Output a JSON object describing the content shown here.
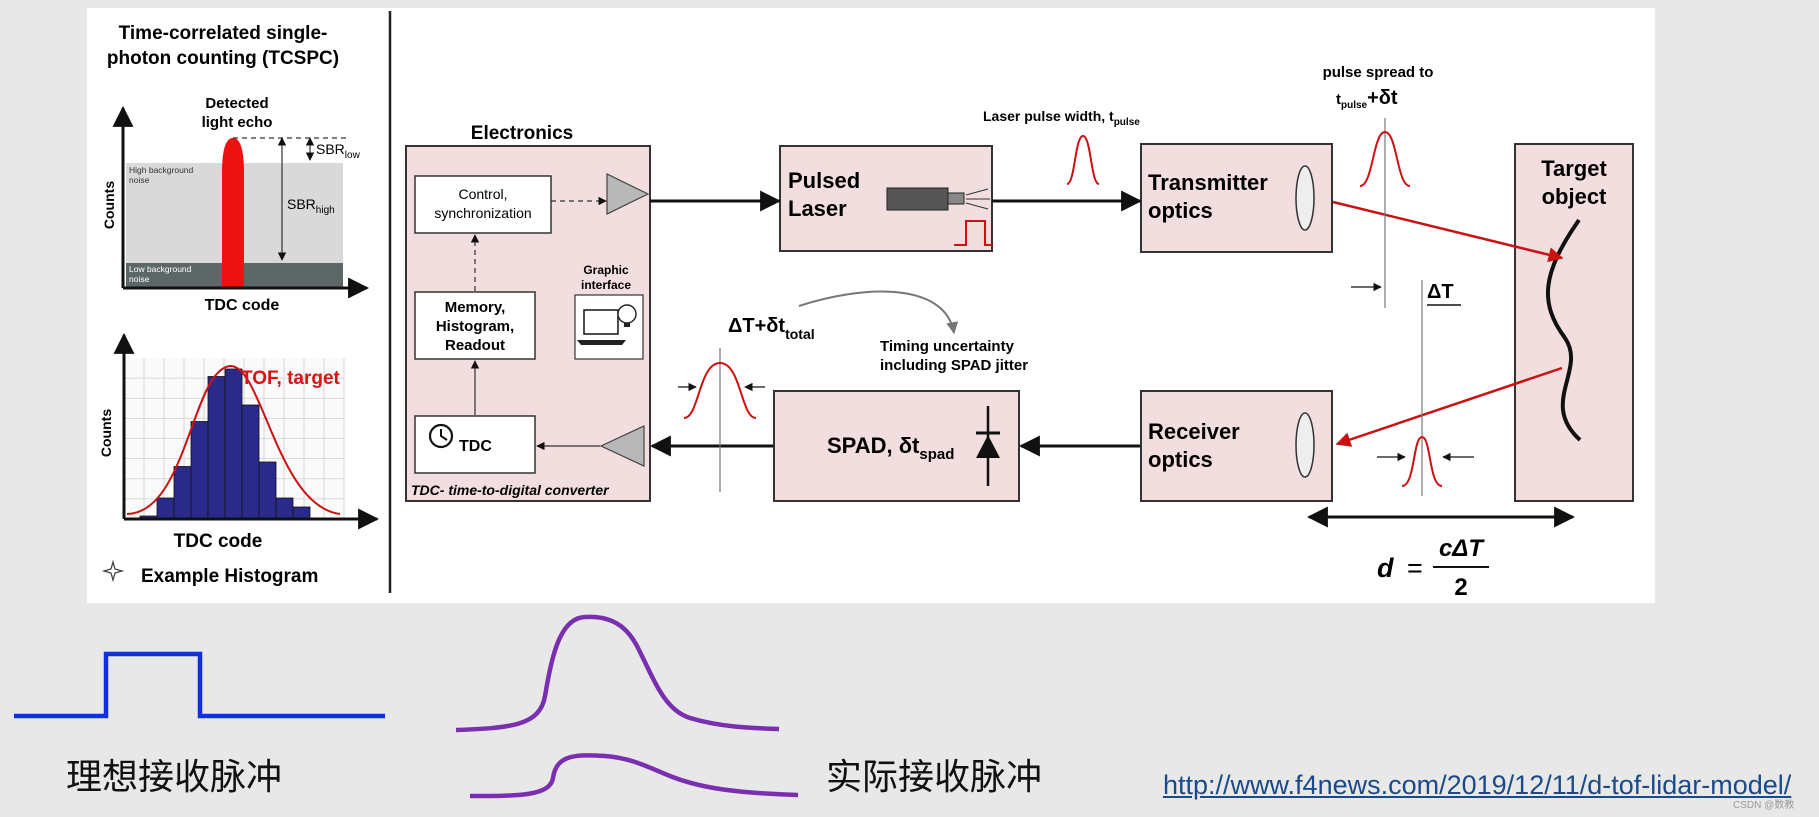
{
  "tcspc": {
    "title_line1": "Time-correlated single-",
    "title_line2": "photon counting (TCSPC)",
    "counts_axis": "Counts",
    "tdc_code": "TDC code",
    "detected_line1": "Detected",
    "detected_line2": "light echo",
    "sbr_low": "SBR",
    "sbr_low_sub": "low",
    "sbr_high": "SBR",
    "sbr_high_sub": "high",
    "high_bg_line1": "High background",
    "high_bg_line2": "noise",
    "low_bg_line1": "Low background",
    "low_bg_line2": "noise"
  },
  "histogram": {
    "counts_axis": "Counts",
    "tdc_code": "TDC code",
    "tof_label": "TOF, target",
    "caption": "Example Histogram",
    "bar_heights": [
      2,
      14,
      35,
      65,
      95,
      100,
      76,
      38,
      14,
      8
    ]
  },
  "electronics": {
    "title": "Electronics",
    "control_line1": "Control,",
    "control_line2": "synchronization",
    "memory_line1": "Memory,",
    "memory_line2": "Histogram,",
    "memory_line3": "Readout",
    "graphic_line1": "Graphic",
    "graphic_line2": "interface",
    "tdc": "TDC",
    "footer": "TDC- time-to-digital converter"
  },
  "blocks": {
    "pulsed_line1": "Pulsed",
    "pulsed_line2": "Laser",
    "tx_line1": "Transmitter",
    "tx_line2": "optics",
    "rx_line1": "Receiver",
    "rx_line2": "optics",
    "spad": "SPAD, δt",
    "spad_sub": "spad",
    "target_line1": "Target",
    "target_line2": "object"
  },
  "annotations": {
    "laser_width": "Laser pulse width, t",
    "laser_width_sub": "pulse",
    "spread_line1": "pulse spread to",
    "spread_t": "t",
    "spread_sub": "pulse",
    "spread_tail": "+δt",
    "delta_t": "ΔT",
    "delta_total": "ΔT+δt",
    "delta_total_sub": "total",
    "timing_line1": "Timing uncertainty",
    "timing_line2": "including SPAD jitter"
  },
  "formula": {
    "lhs": "d",
    "eq": "=",
    "numerator": "cΔT",
    "denominator": "2"
  },
  "bottom": {
    "ideal_label": "理想接收脉冲",
    "actual_label": "实际接收脉冲",
    "url": "http://www.f4news.com/2019/12/11/d-tof-lidar-model/",
    "watermark": "CSDN @数教"
  },
  "colors": {
    "ideal_pulse": "#1030e0",
    "actual_pulse": "#7a2fb0",
    "pulse_red": "#cc1111",
    "histogram_bar": "#2a2a8a",
    "block_fill": "#f2dede"
  }
}
